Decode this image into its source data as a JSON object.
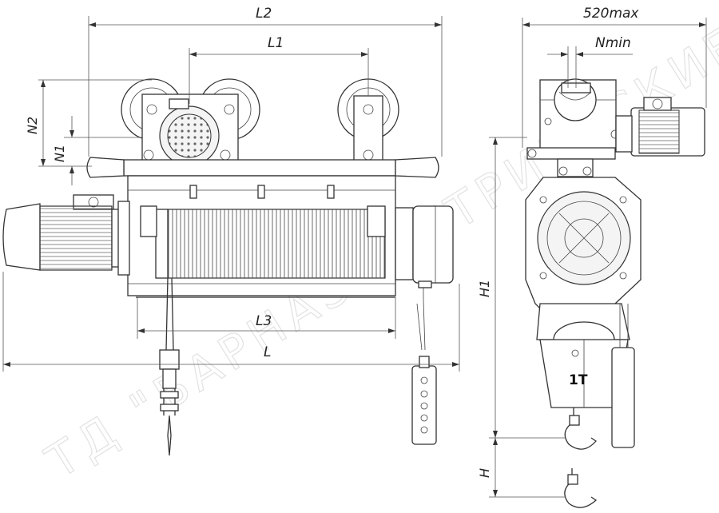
{
  "drawing": {
    "dimensions": {
      "L2": "L2",
      "L1": "L1",
      "L3": "L3",
      "L": "L",
      "N1": "N1",
      "N2": "N2",
      "H1": "H1",
      "H": "H",
      "width_max": "520max",
      "Nmin": "Nmin"
    },
    "capacity": "1T",
    "watermark": "ТД \"БАРНАЭЛЕКТРИЧЕСКИЕ ЛИ\""
  },
  "colors": {
    "line": "#333333",
    "watermark": "#e2e2e2",
    "background": "#ffffff"
  }
}
